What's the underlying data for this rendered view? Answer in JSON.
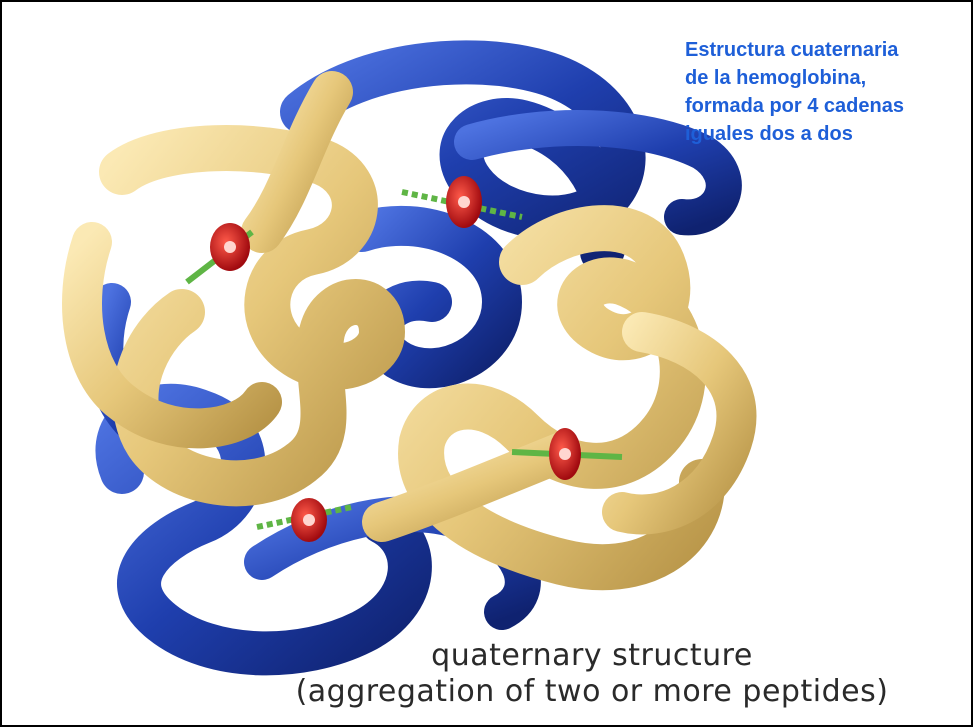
{
  "caption_es": [
    "Estructura cuaternaria",
    "de la hemoglobina,",
    "formada por 4 cadenas",
    "iguales dos a dos"
  ],
  "caption_en": [
    "quaternary structure",
    "(aggregation of two or more peptides)"
  ],
  "colors": {
    "beta_chain_blue": "#1f3fae",
    "alpha_chain_yellow": "#e6c77a",
    "heme_red": "#d0151a",
    "iron_link_green": "#5fb545",
    "caption_es": "#1e5fd8",
    "caption_en": "#2a2a2a"
  }
}
